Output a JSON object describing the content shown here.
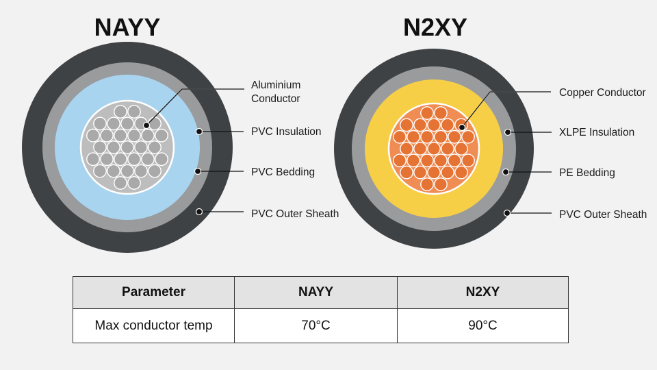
{
  "cables": [
    {
      "id": "nayy",
      "title": "NAYY",
      "colors": {
        "sheath": "#3f4244",
        "bedding": "#999b9d",
        "insulation": "#a8d4f0",
        "conductor": "#bdbdbd",
        "strand": "#a9a9a9"
      },
      "labels": [
        "Aluminium",
        "Conductor",
        "PVC Insulation",
        "PVC Bedding",
        "PVC Outer Sheath"
      ]
    },
    {
      "id": "n2xy",
      "title": "N2XY",
      "colors": {
        "sheath": "#3f4244",
        "bedding": "#999b9d",
        "insulation": "#f7cf47",
        "conductor": "#f08d55",
        "strand": "#e57334"
      },
      "labels": [
        "Copper Conductor",
        "XLPE Insulation",
        "PE Bedding",
        "PVC Outer Sheath"
      ]
    }
  ],
  "table": {
    "headers": [
      "Parameter",
      "NAYY",
      "N2XY"
    ],
    "rows": [
      [
        "Max conductor temp",
        "70°C",
        "90°C"
      ]
    ]
  }
}
